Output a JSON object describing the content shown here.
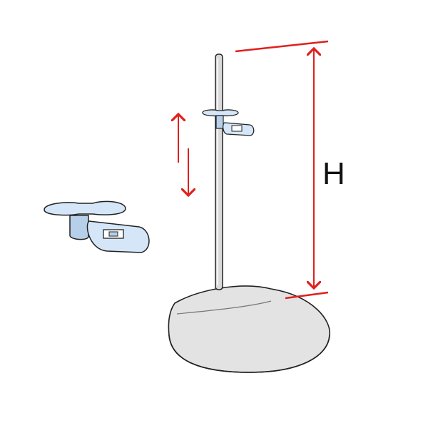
{
  "dimension": {
    "label": "H",
    "color": "#e0201c"
  },
  "colors": {
    "outline": "#222222",
    "clip_fill": "#d4e6f7",
    "clip_shade": "#b7d0ea",
    "base_fill": "#e3e3e3",
    "rod_fill": "#d9d9d9",
    "arrow": "#e0201c"
  },
  "parts": {
    "base": "oval-base",
    "rod": "vertical-rod",
    "clip_mounted": "clip-holder",
    "clip_detached": "clip-holder",
    "motion": "up-down-arrows"
  }
}
